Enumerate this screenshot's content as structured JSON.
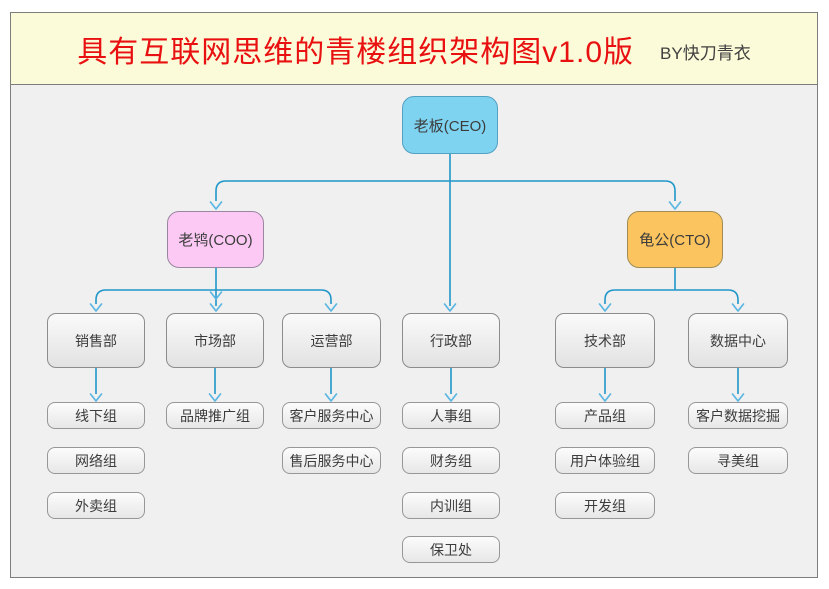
{
  "header": {
    "title": "具有互联网思维的青楼组织架构图v1.0版",
    "byline": "BY快刀青衣",
    "band_bg": "#FCFBD9",
    "title_color": "#E81010"
  },
  "org": {
    "root": {
      "label": "老板(CEO)",
      "fill": "#7ED3F1"
    },
    "managers": [
      {
        "label": "老鸨(COO)",
        "fill": "#FBC9F3"
      },
      {
        "label": "龟公(CTO)",
        "fill": "#FBC45F"
      }
    ],
    "departments": [
      {
        "label": "销售部",
        "parent": "老鸨(COO)",
        "teams": [
          "线下组",
          "网络组",
          "外卖组"
        ]
      },
      {
        "label": "市场部",
        "parent": "老鸨(COO)",
        "teams": [
          "品牌推广组"
        ]
      },
      {
        "label": "运营部",
        "parent": "老鸨(COO)",
        "teams": [
          "客户服务中心",
          "售后服务中心"
        ]
      },
      {
        "label": "行政部",
        "parent": "老板(CEO)",
        "teams": [
          "人事组",
          "财务组",
          "内训组",
          "保卫处"
        ]
      },
      {
        "label": "技术部",
        "parent": "龟公(CTO)",
        "teams": [
          "产品组",
          "用户体验组",
          "开发组"
        ]
      },
      {
        "label": "数据中心",
        "parent": "龟公(CTO)",
        "teams": [
          "客户数据挖掘",
          "寻美组"
        ]
      }
    ]
  },
  "colors": {
    "canvas_bg": "#F0F0F0",
    "connector_line": "#1F96C8",
    "connector_arrowhead": "#5BB6E2",
    "frame_border": "#7D7D7D",
    "node_gray_top": "#FAFAFA",
    "node_gray_bottom": "#E2E2E2"
  }
}
